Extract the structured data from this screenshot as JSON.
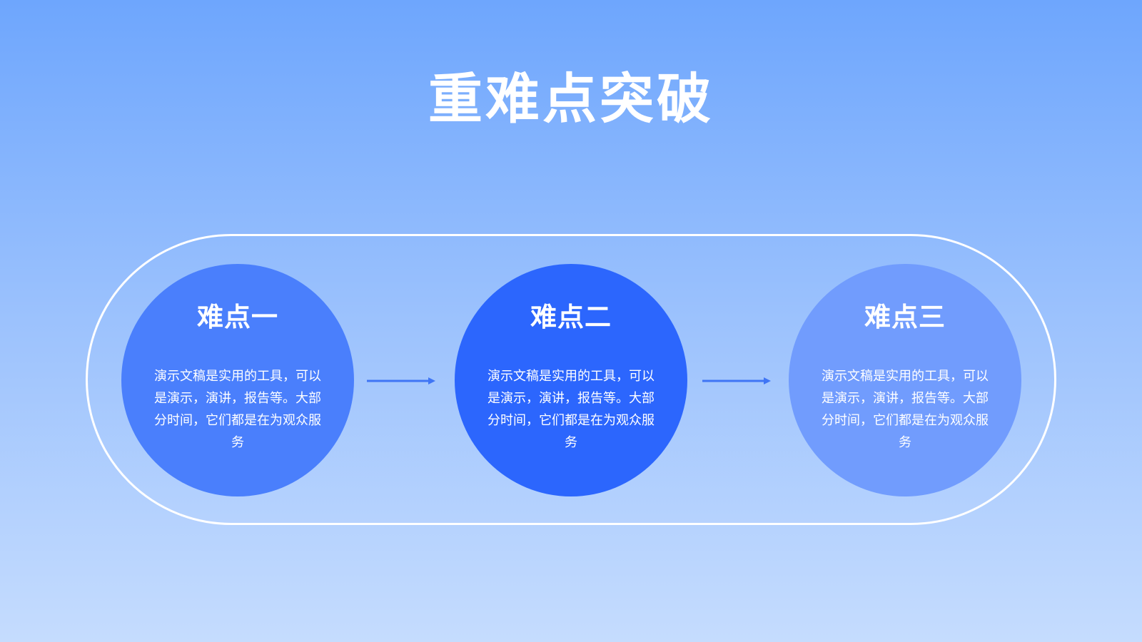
{
  "slide": {
    "title": "重难点突破"
  },
  "theme": {
    "circle_colors": [
      "#4a7ffc",
      "#2c66fd",
      "#719cfd"
    ],
    "arrow_color": "#3f75f5",
    "track_color": "#ffffff"
  },
  "items": [
    {
      "heading": "难点一",
      "body": "演示文稿是实用的工具，可以是演示，演讲，报告等。大部分时间，它们都是在为观众服务"
    },
    {
      "heading": "难点二",
      "body": "演示文稿是实用的工具，可以是演示，演讲，报告等。大部分时间，它们都是在为观众服务"
    },
    {
      "heading": "难点三",
      "body": "演示文稿是实用的工具，可以是演示，演讲，报告等。大部分时间，它们都是在为观众服务"
    }
  ]
}
